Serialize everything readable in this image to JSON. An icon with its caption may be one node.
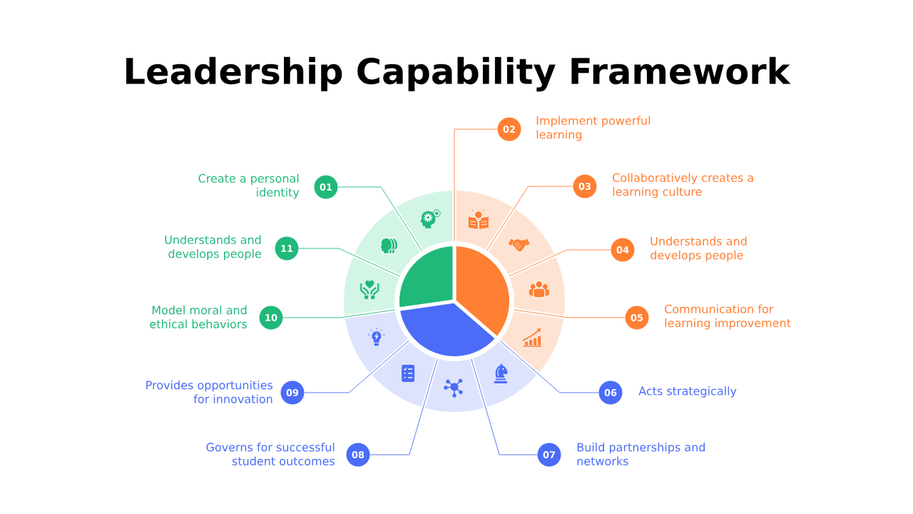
{
  "diagram": {
    "title": "Leadership Capability Framework",
    "nodes": [
      {
        "text": [
          "01"
        ],
        "beside": [
          "Create a personal identity"
        ]
      },
      {
        "text": [
          "02"
        ],
        "beside": [
          "Implement powerful learning"
        ]
      },
      {
        "text": [
          "03"
        ],
        "beside": [
          "Collaboratively creates a learning culture"
        ]
      },
      {
        "text": [
          "04"
        ],
        "beside": [
          "Understands and develops people"
        ]
      },
      {
        "text": [
          "05"
        ],
        "beside": [
          "Communication for learning improvement"
        ]
      },
      {
        "text": [
          "06"
        ],
        "beside": [
          "Acts strategically"
        ]
      },
      {
        "text": [
          "07"
        ],
        "beside": [
          "Build partnerships and networks"
        ]
      },
      {
        "text": [
          "08"
        ],
        "beside": [
          "Governs for successful student outcomes"
        ]
      },
      {
        "text": [
          "09"
        ],
        "beside": [
          "Provides opportunities for innovation"
        ]
      },
      {
        "text": [
          "10"
        ],
        "beside": [
          "Model moral and ethical behaviors"
        ]
      },
      {
        "text": [
          "11"
        ],
        "beside": [
          "Understands and develops people"
        ]
      },
      {
        "text": [],
        "shape": "sector"
      },
      {
        "text": [],
        "shape": "sector"
      },
      {
        "text": [],
        "shape": "sector"
      },
      {
        "text": [],
        "shape": "sector"
      },
      {
        "text": [],
        "shape": "sector"
      },
      {
        "text": [],
        "shape": "sector"
      },
      {
        "text": [],
        "shape": "sector"
      },
      {
        "text": [],
        "shape": "sector"
      },
      {
        "text": [],
        "shape": "sector"
      },
      {
        "text": [],
        "shape": "sector"
      },
      {
        "text": [],
        "shape": "sector"
      }
    ],
    "edges": [
      {
        "from": 0,
        "to": 11,
        "arrow": "none",
        "color": "#20b97a"
      },
      {
        "from": 1,
        "to": 12,
        "arrow": "none",
        "color": "#ff7f33"
      },
      {
        "from": 2,
        "to": 13,
        "arrow": "none",
        "color": "#ff7f33"
      },
      {
        "from": 3,
        "to": 14,
        "arrow": "none",
        "color": "#ff7f33"
      },
      {
        "from": 4,
        "to": 15,
        "arrow": "none",
        "color": "#ff7f33"
      },
      {
        "from": 5,
        "to": 16,
        "arrow": "none",
        "color": "#4a6cf7"
      },
      {
        "from": 6,
        "to": 17,
        "arrow": "none",
        "color": "#4a6cf7"
      },
      {
        "from": 7,
        "to": 18,
        "arrow": "none",
        "color": "#4a6cf7"
      },
      {
        "from": 8,
        "to": 19,
        "arrow": "none",
        "color": "#4a6cf7"
      },
      {
        "from": 9,
        "to": 20,
        "arrow": "none",
        "color": "#20b97a"
      },
      {
        "from": 10,
        "to": 21,
        "arrow": "none",
        "color": "#20b97a"
      }
    ]
  }
}
